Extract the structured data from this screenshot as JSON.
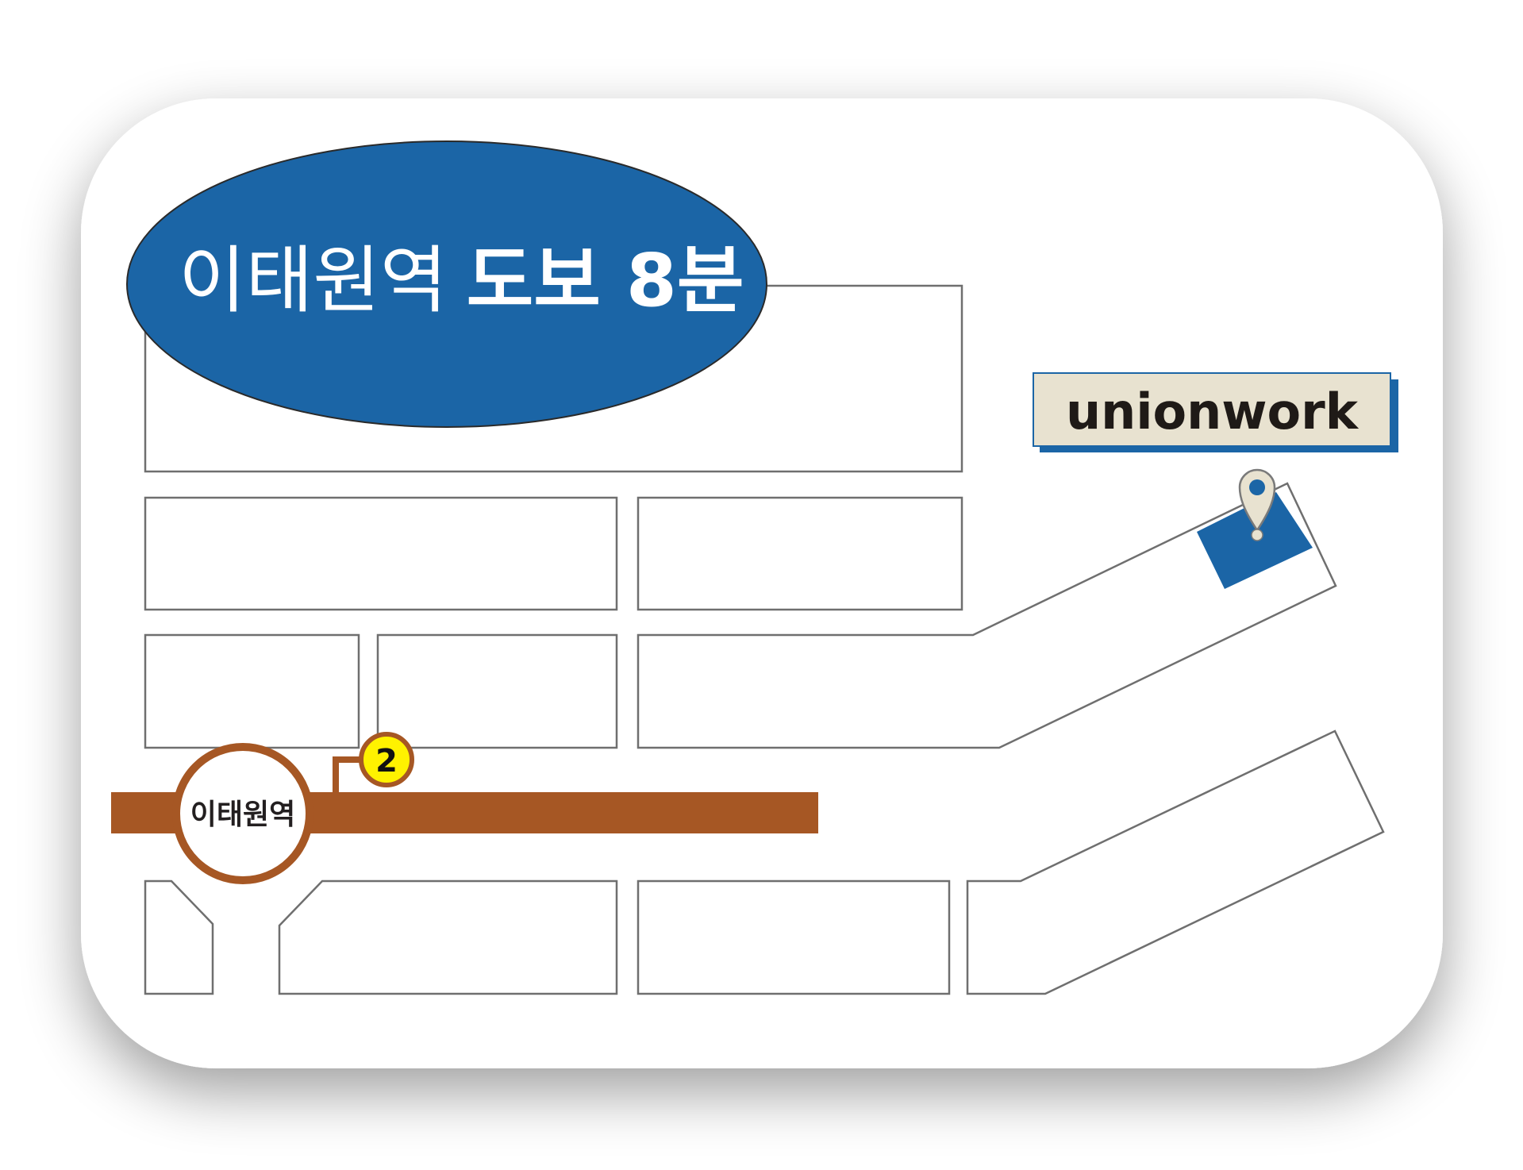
{
  "headline": {
    "station_name": "이태원역",
    "walk_time": "도보 8분"
  },
  "destination": {
    "label": "unionwork",
    "pin_icon": "map-pin-icon"
  },
  "subway": {
    "station_label": "이태원역",
    "exit_number": "2",
    "line_color": "#a65724"
  },
  "colors": {
    "accent_blue": "#1b65a6",
    "label_bg": "#e8e2d0",
    "exit_yellow": "#fff200"
  }
}
